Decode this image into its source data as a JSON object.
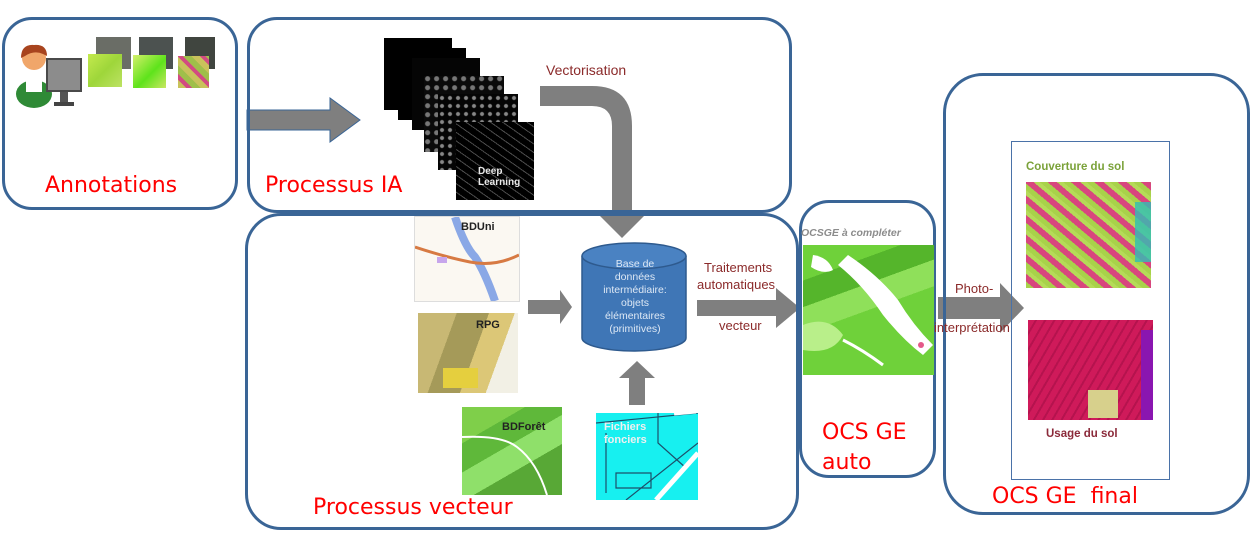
{
  "diagram": {
    "boxes": {
      "annotations": {
        "label": "Annotations"
      },
      "processus_ia": {
        "label": "Processus IA"
      },
      "processus_vecteur": {
        "label": "Processus vecteur"
      },
      "ocs_ge_auto": {
        "label_line1": "OCS GE",
        "label_line2": "auto"
      },
      "ocs_ge_final": {
        "label": "OCS GE  final"
      }
    },
    "deep_learning": {
      "label_line1": "Deep",
      "label_line2": "Learning"
    },
    "arrows": {
      "vectorisation": "Vectorisation",
      "traitements_line1": "Traitements",
      "traitements_line2": "automatiques",
      "traitements_line3": "vecteur",
      "photo_line1": "Photo-",
      "photo_line2": "interprétation"
    },
    "database": {
      "lines": [
        "Base de",
        "données",
        "intermédiaire:",
        "objets",
        "élémentaires",
        "(primitives)"
      ]
    },
    "sources": {
      "bduni": "BDUni",
      "rpg": "RPG",
      "bdforet": "BDForêt",
      "fichiers_line1": "Fichiers",
      "fichiers_line2": "fonciers"
    },
    "ocsge_auto_map_title": "OCSGE à compléter",
    "final_maps": {
      "couverture": "Couverture du sol",
      "usage": "Usage du sol"
    },
    "colors": {
      "box_border": "#3a6596",
      "box_label": "#ff0000",
      "arrow": "#7f7f7f",
      "database": "#3f76b6",
      "arrow_text": "#8b2a2a"
    }
  }
}
